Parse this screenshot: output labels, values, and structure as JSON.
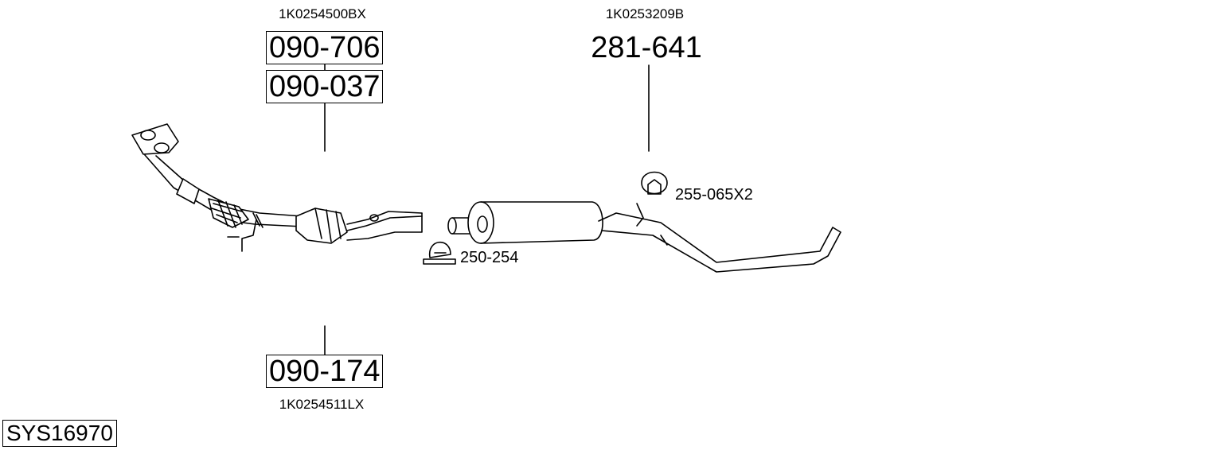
{
  "system_code": "SYS16970",
  "parts": {
    "front_pipe": {
      "oem": "1K0254500BX",
      "code_1": "090-706",
      "code_2": "090-037"
    },
    "catalyst": {
      "oem": "1K0254511LX",
      "code": "090-174"
    },
    "rear_silencer": {
      "oem": "1K0253209B",
      "code": "281-641"
    },
    "clamp": {
      "code": "250-254"
    },
    "rubber_mount": {
      "code": "255-065X2"
    }
  },
  "icons": {
    "front_pipe": "front-pipe-icon",
    "catalyst": "catalytic-converter-icon",
    "silencer": "rear-silencer-icon",
    "clamp": "clamp-icon",
    "mount": "rubber-mount-icon"
  },
  "colors": {
    "line": "#000000",
    "fill": "#ffffff"
  }
}
